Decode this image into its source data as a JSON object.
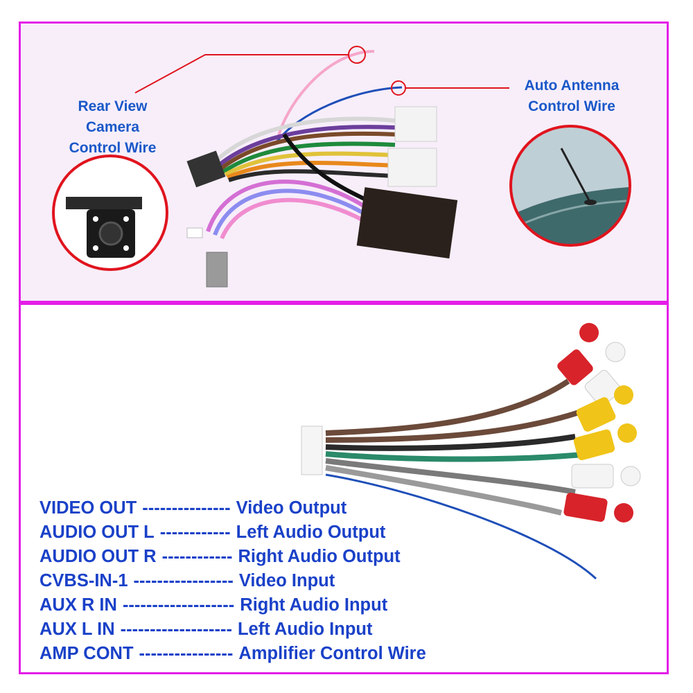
{
  "top_panel": {
    "rear_camera_label": [
      "Rear View",
      "Camera",
      "Control Wire"
    ],
    "antenna_label": [
      "Auto Antenna",
      "Control Wire"
    ]
  },
  "legend": [
    {
      "signal": "VIDEO OUT",
      "dashes": "---------------",
      "meaning": "Video Output"
    },
    {
      "signal": "AUDIO OUT L",
      "dashes": "------------",
      "meaning": "Left Audio Output"
    },
    {
      "signal": "AUDIO OUT R",
      "dashes": "------------",
      "meaning": "Right Audio Output"
    },
    {
      "signal": "CVBS-IN-1",
      "dashes": "-----------------",
      "meaning": "Video Input"
    },
    {
      "signal": "AUX R IN",
      "dashes": "-------------------",
      "meaning": "Right Audio Input"
    },
    {
      "signal": "AUX L IN",
      "dashes": "-------------------",
      "meaning": "Left Audio Input"
    },
    {
      "signal": "AMP CONT",
      "dashes": "----------------",
      "meaning": "Amplifier Control Wire"
    }
  ],
  "colors": {
    "border": "#e41ee8",
    "label_blue": "#1a58c8",
    "leader_red": "#e0141e"
  },
  "icons": [
    "rear-camera-icon",
    "car-antenna-icon",
    "wiring-harness-image",
    "rca-cable-image"
  ]
}
